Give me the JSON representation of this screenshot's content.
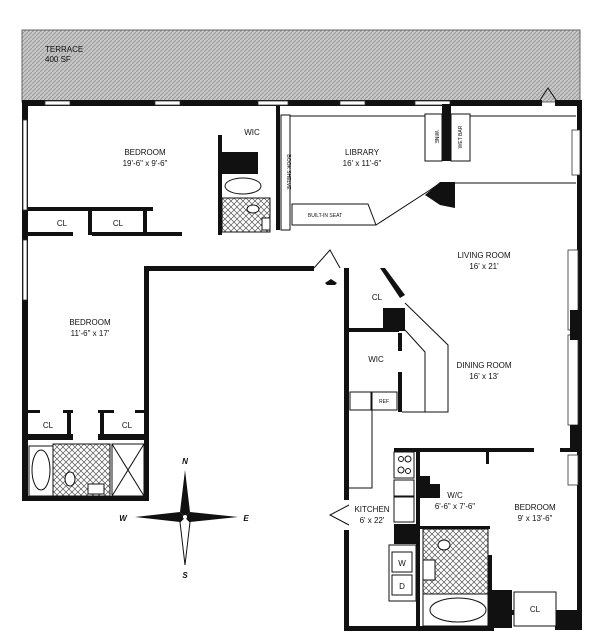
{
  "plan": {
    "terrace": {
      "name": "TERRACE",
      "area": "400 SF"
    },
    "rooms": {
      "bedroom_north": {
        "name": "BEDROOM",
        "size": "19'-6\" x 9'-6\""
      },
      "wic_north": {
        "name": "WIC"
      },
      "library": {
        "name": "LIBRARY",
        "size": "16' x 11'-6\""
      },
      "bedroom_west": {
        "name": "BEDROOM",
        "size": "11'-6\" x 17'"
      },
      "living_room": {
        "name": "LIVING ROOM",
        "size": "16' x 21'"
      },
      "dining_room": {
        "name": "DINING ROOM",
        "size": "16' x 13'"
      },
      "kitchen": {
        "name": "KITCHEN",
        "size": "6' x 22'"
      },
      "wic_south": {
        "name": "W/C",
        "size": "6'-6\" x 7'-6\""
      },
      "bedroom_south": {
        "name": "BEDROOM",
        "size": "9' x 13'-6\""
      },
      "wic_hall": {
        "name": "WIC"
      }
    },
    "closet_label": "CL",
    "fixtures": {
      "book_shelve": "BOOK SHELVE",
      "built_in_seat": "BUILT-IN SEAT",
      "wine": "WINE",
      "wet_bar": "WET BAR",
      "ref": "REF",
      "washer": "W",
      "dryer": "D"
    },
    "compass": {
      "n": "N",
      "s": "S",
      "e": "E",
      "w": "W"
    }
  }
}
